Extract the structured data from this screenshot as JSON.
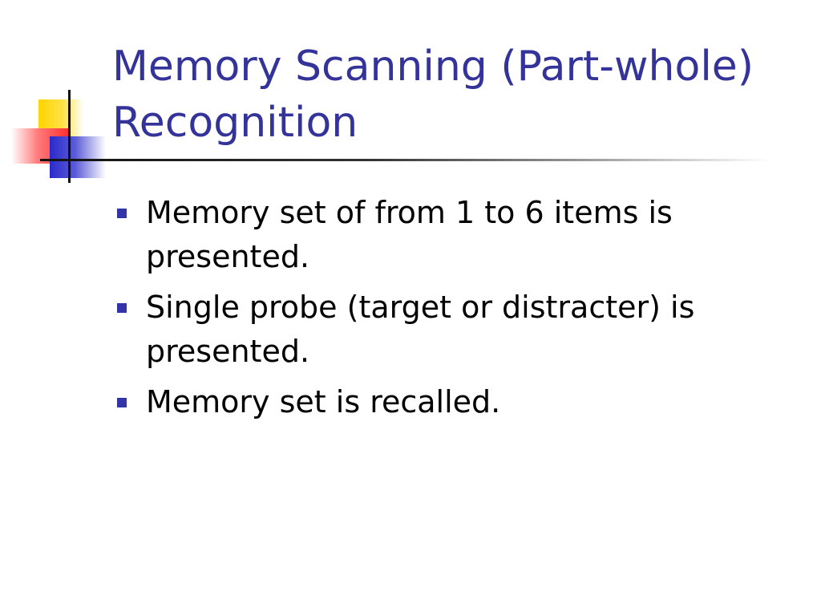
{
  "slide": {
    "title_lines": [
      "Memory Scanning (Part-whole)",
      "Recognition"
    ],
    "bullets": [
      {
        "lines": [
          "Memory set of from 1 to 6 items is",
          "presented."
        ]
      },
      {
        "lines": [
          "Single probe (target or distracter) is",
          "presented."
        ]
      },
      {
        "lines": [
          "Memory set is recalled."
        ]
      }
    ]
  },
  "colors": {
    "title": "#333399",
    "bullet_marker": "#3333aa",
    "body_text": "#000000",
    "accent_yellow": "#ffd400",
    "accent_red": "#ff2a2a",
    "accent_blue": "#2a2acc"
  }
}
